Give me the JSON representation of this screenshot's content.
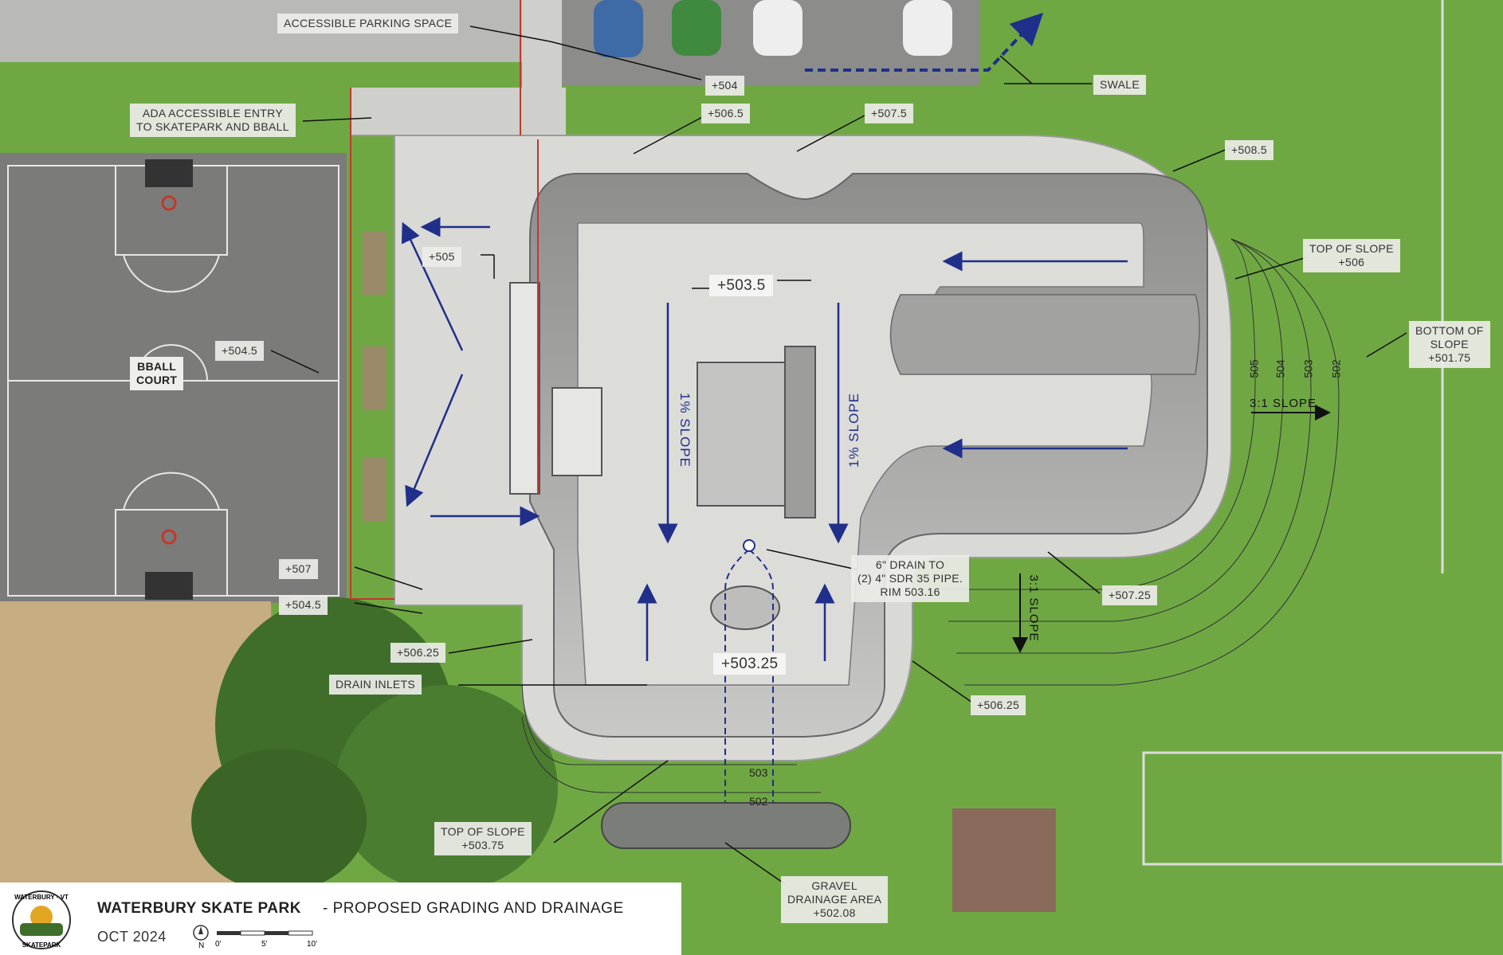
{
  "title": {
    "project": "WATERBURY SKATE PARK",
    "subtitle": "- PROPOSED GRADING AND DRAINAGE",
    "date": "OCT 2024",
    "logo_text_top": "WATERBURY · VT",
    "logo_text_bottom": "SKATEPARK",
    "north_label": "N",
    "scale_labels": [
      "0'",
      "5'",
      "10'"
    ]
  },
  "callouts": {
    "accessible_parking": "ACCESSIBLE PARKING SPACE",
    "ada_entry_line1": "ADA ACCESSIBLE ENTRY",
    "ada_entry_line2": "TO SKATEPARK AND BBALL",
    "swale": "SWALE",
    "bball_line1": "BBALL",
    "bball_line2": "COURT",
    "top_slope_right_line1": "TOP OF SLOPE",
    "top_slope_right_line2": "+506",
    "bottom_slope_line1": "BOTTOM OF",
    "bottom_slope_line2": "SLOPE",
    "bottom_slope_line3": "+501.75",
    "drain_line1": "6\" DRAIN TO",
    "drain_line2": "(2) 4\" SDR 35 PIPE.",
    "drain_line3": "RIM 503.16",
    "drain_inlets": "DRAIN INLETS",
    "top_slope_bottom_line1": "TOP OF SLOPE",
    "top_slope_bottom_line2": "+503.75",
    "gravel_line1": "GRAVEL",
    "gravel_line2": "DRAINAGE AREA",
    "gravel_line3": "+502.08"
  },
  "elevations": {
    "e504": "+504",
    "e506_5": "+506.5",
    "e507_5": "+507.5",
    "e508_5": "+508.5",
    "e505": "+505",
    "e503_5": "+503.5",
    "e504_5_court": "+504.5",
    "e507": "+507",
    "e504_5_low": "+504.5",
    "e506_25_left": "+506.25",
    "e503_25": "+503.25",
    "e507_25": "+507.25",
    "e506_25_right": "+506.25"
  },
  "slopes": {
    "one_pct_left": "1% SLOPE",
    "one_pct_right": "1% SLOPE",
    "three_one_right": "3:1 SLOPE",
    "three_one_down": "3:1 SLOPE"
  },
  "contours": {
    "c505": "505",
    "c504": "504",
    "c503_right": "503",
    "c502_right": "502",
    "c503_bottom": "503",
    "c502_bottom": "502"
  },
  "colors": {
    "grass": "#6fa843",
    "concrete": "#d9d9d6",
    "bowl": "#a9aaa8",
    "court": "#7b7b79",
    "arrow_blue": "#1f2f8a",
    "property_red": "#c0392b"
  }
}
